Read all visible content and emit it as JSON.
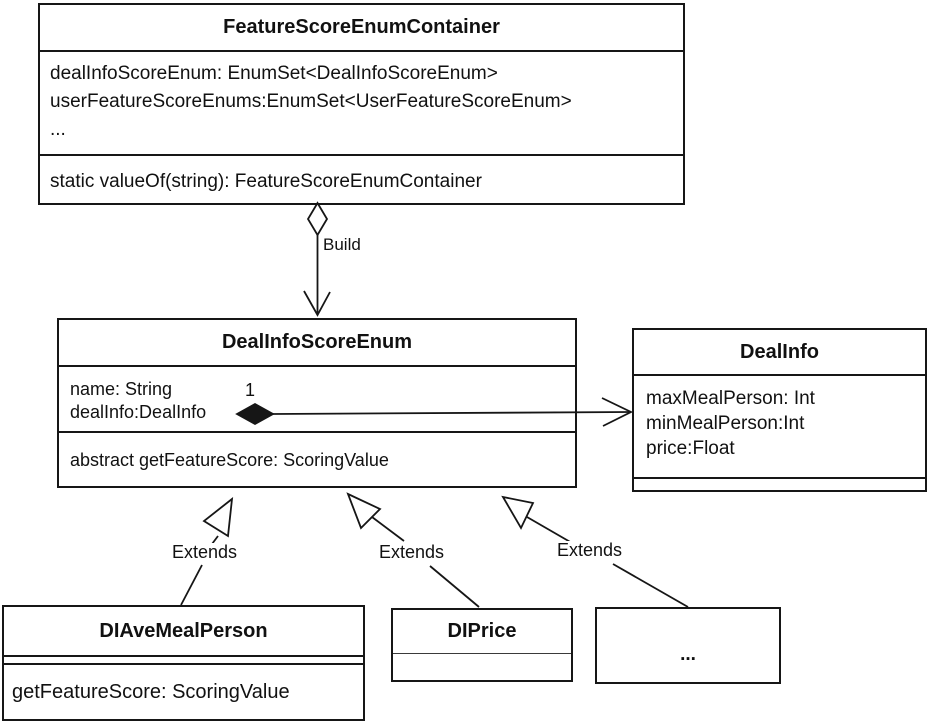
{
  "diagram_type": "uml-class-diagram",
  "colors": {
    "line": "#161616",
    "text": "#111111",
    "background": "#ffffff"
  },
  "classes": {
    "container": {
      "title": "FeatureScoreEnumContainer",
      "attributes": [
        "dealInfoScoreEnum: EnumSet<DealInfoScoreEnum>",
        "userFeatureScoreEnums:EnumSet<UserFeatureScoreEnum>",
        "..."
      ],
      "methods": [
        "static valueOf(string): FeatureScoreEnumContainer"
      ]
    },
    "dealInfoScoreEnum": {
      "title": "DealInfoScoreEnum",
      "attributes": [
        "name: String",
        "dealInfo:DealInfo"
      ],
      "methods": [
        "abstract getFeatureScore: ScoringValue"
      ]
    },
    "dealInfo": {
      "title": "DealInfo",
      "attributes": [
        "maxMealPerson: Int",
        "minMealPerson:Int",
        "price:Float"
      ]
    },
    "diAveMealPerson": {
      "title": "DIAveMealPerson",
      "methods": [
        "getFeatureScore: ScoringValue"
      ]
    },
    "diPrice": {
      "title": "DIPrice"
    },
    "ellipsisClass": {
      "title": "..."
    }
  },
  "relationships": {
    "build": {
      "label": "Build",
      "type": "aggregation"
    },
    "composition": {
      "multiplicity": "1",
      "type": "composition"
    },
    "extends": [
      {
        "label": "Extends"
      },
      {
        "label": "Extends"
      },
      {
        "label": "Extends"
      }
    ]
  }
}
